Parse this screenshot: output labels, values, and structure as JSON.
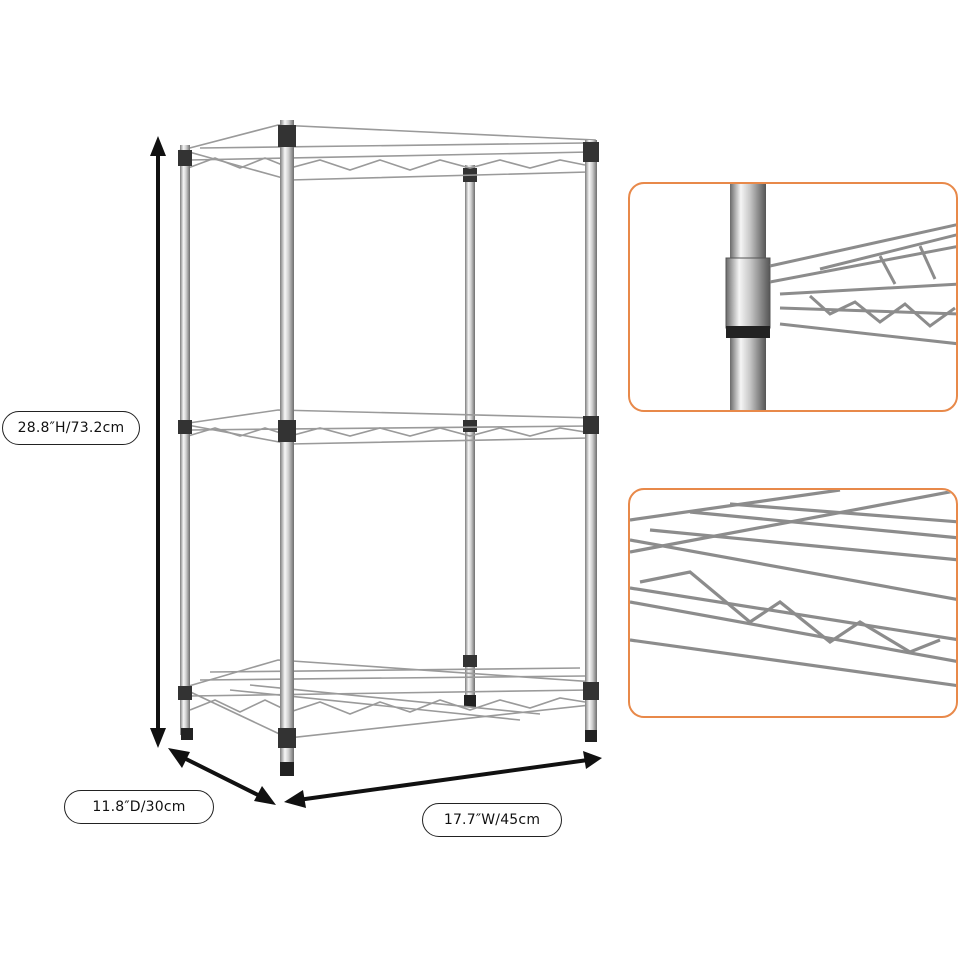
{
  "dimensions": {
    "height_label": "28.8″H/73.2cm",
    "depth_label": "11.8″D/30cm",
    "width_label": "17.7″W/45cm"
  },
  "colors": {
    "accent_border": "#e8894a",
    "arrow": "#111111",
    "chrome_light": "#f2f2f2",
    "chrome_dark": "#8a8a8a",
    "wire": "#9a9a9a"
  },
  "product": {
    "shelves": 3,
    "details": [
      "pole-sleeve-connector",
      "wire-shelf-zigzag"
    ]
  }
}
